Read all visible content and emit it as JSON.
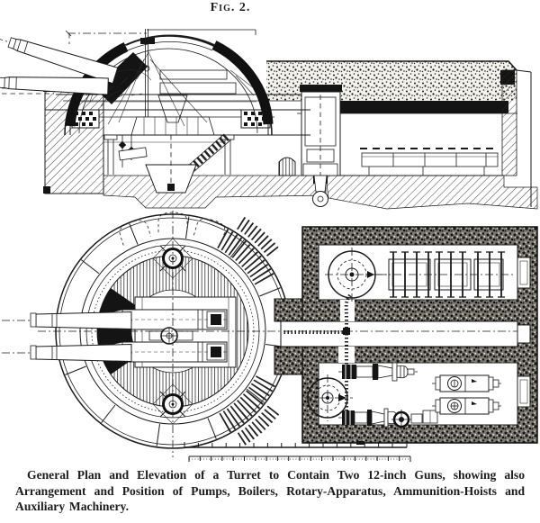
{
  "figure": {
    "title": "Fig. 2.",
    "caption_line1": "General Plan and Elevation of a Turret to Contain Two 12-inch Guns, showing also",
    "caption_line2": "Arrangement and Position of Pumps, Boilers, Rotary-Apparatus, Ammunition-Hoists and",
    "caption_line3": "Auxiliary Machinery.",
    "caption_full": "General Plan and Elevation of a Turret to Contain Two 12-inch Guns, showing also Arrangement and Position of Pumps, Boilers, Rotary-Apparatus, Ammunition-Hoists and Auxiliary Machinery."
  },
  "colors": {
    "ink": "#1b1b1b",
    "paper": "#ffffff"
  }
}
